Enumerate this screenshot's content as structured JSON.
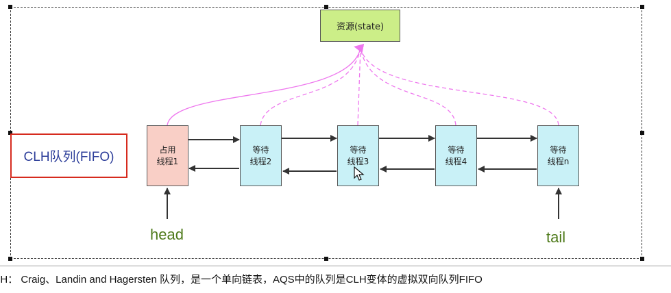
{
  "diagram": {
    "resource_label": "资源(state)",
    "queue_label": "CLH队列(FIFO)",
    "nodes": [
      {
        "line1": "占用",
        "line2": "线程1",
        "role": "holder"
      },
      {
        "line1": "等待",
        "line2": "线程2",
        "role": "waiter"
      },
      {
        "line1": "等待",
        "line2": "线程3",
        "role": "waiter"
      },
      {
        "line1": "等待",
        "line2": "线程4",
        "role": "waiter"
      },
      {
        "line1": "等待",
        "line2": "线程n",
        "role": "waiter"
      }
    ],
    "head_label": "head",
    "tail_label": "tail",
    "colors": {
      "resource": "#ccee88",
      "holder": "#f9cfc6",
      "waiter": "#c9f1f7",
      "link_pink": "#ee77ee",
      "queue_border": "#d62b1e",
      "queue_text": "#2d3e9a",
      "pointer_text": "#4e7a1a"
    }
  },
  "caption": "LH：  Craig、Landin and Hagersten 队列，是一个单向链表，AQS中的队列是CLH变体的虚拟双向队列FIFO"
}
